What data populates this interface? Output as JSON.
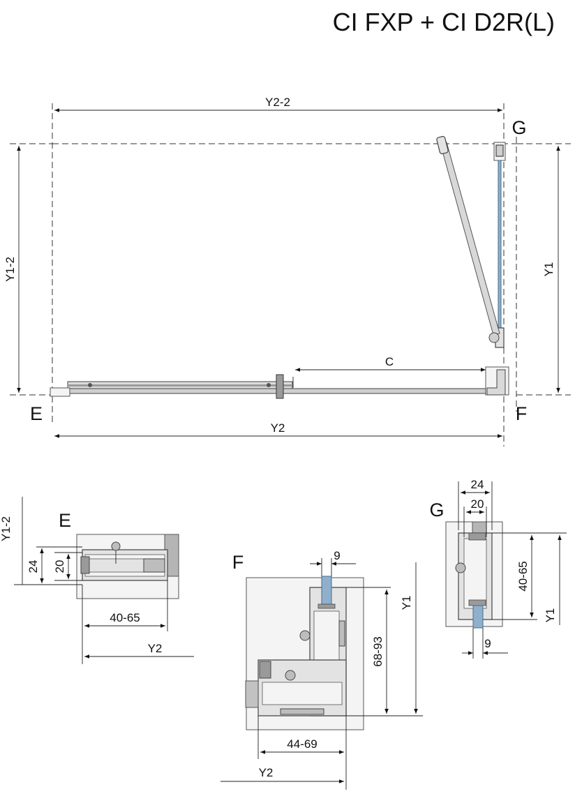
{
  "title": "CI FXP + CI D2R(L)",
  "main_plan": {
    "dims": {
      "y2_2": "Y2-2",
      "y1_2": "Y1-2",
      "y1": "Y1",
      "y2": "Y2",
      "c": "C"
    },
    "corners": {
      "e": "E",
      "f": "F",
      "g": "G"
    }
  },
  "detail_e": {
    "letter": "E",
    "dims": {
      "y1_2": "Y1-2",
      "d24": "24",
      "d20": "20",
      "range": "40-65",
      "y2": "Y2"
    }
  },
  "detail_f": {
    "letter": "F",
    "dims": {
      "d9": "9",
      "y1": "Y1",
      "range_v": "68-93",
      "range_h": "44-69",
      "y2": "Y2"
    }
  },
  "detail_g": {
    "letter": "G",
    "dims": {
      "d24": "24",
      "d20": "20",
      "range": "40-65",
      "y1": "Y1",
      "d9": "9"
    }
  }
}
